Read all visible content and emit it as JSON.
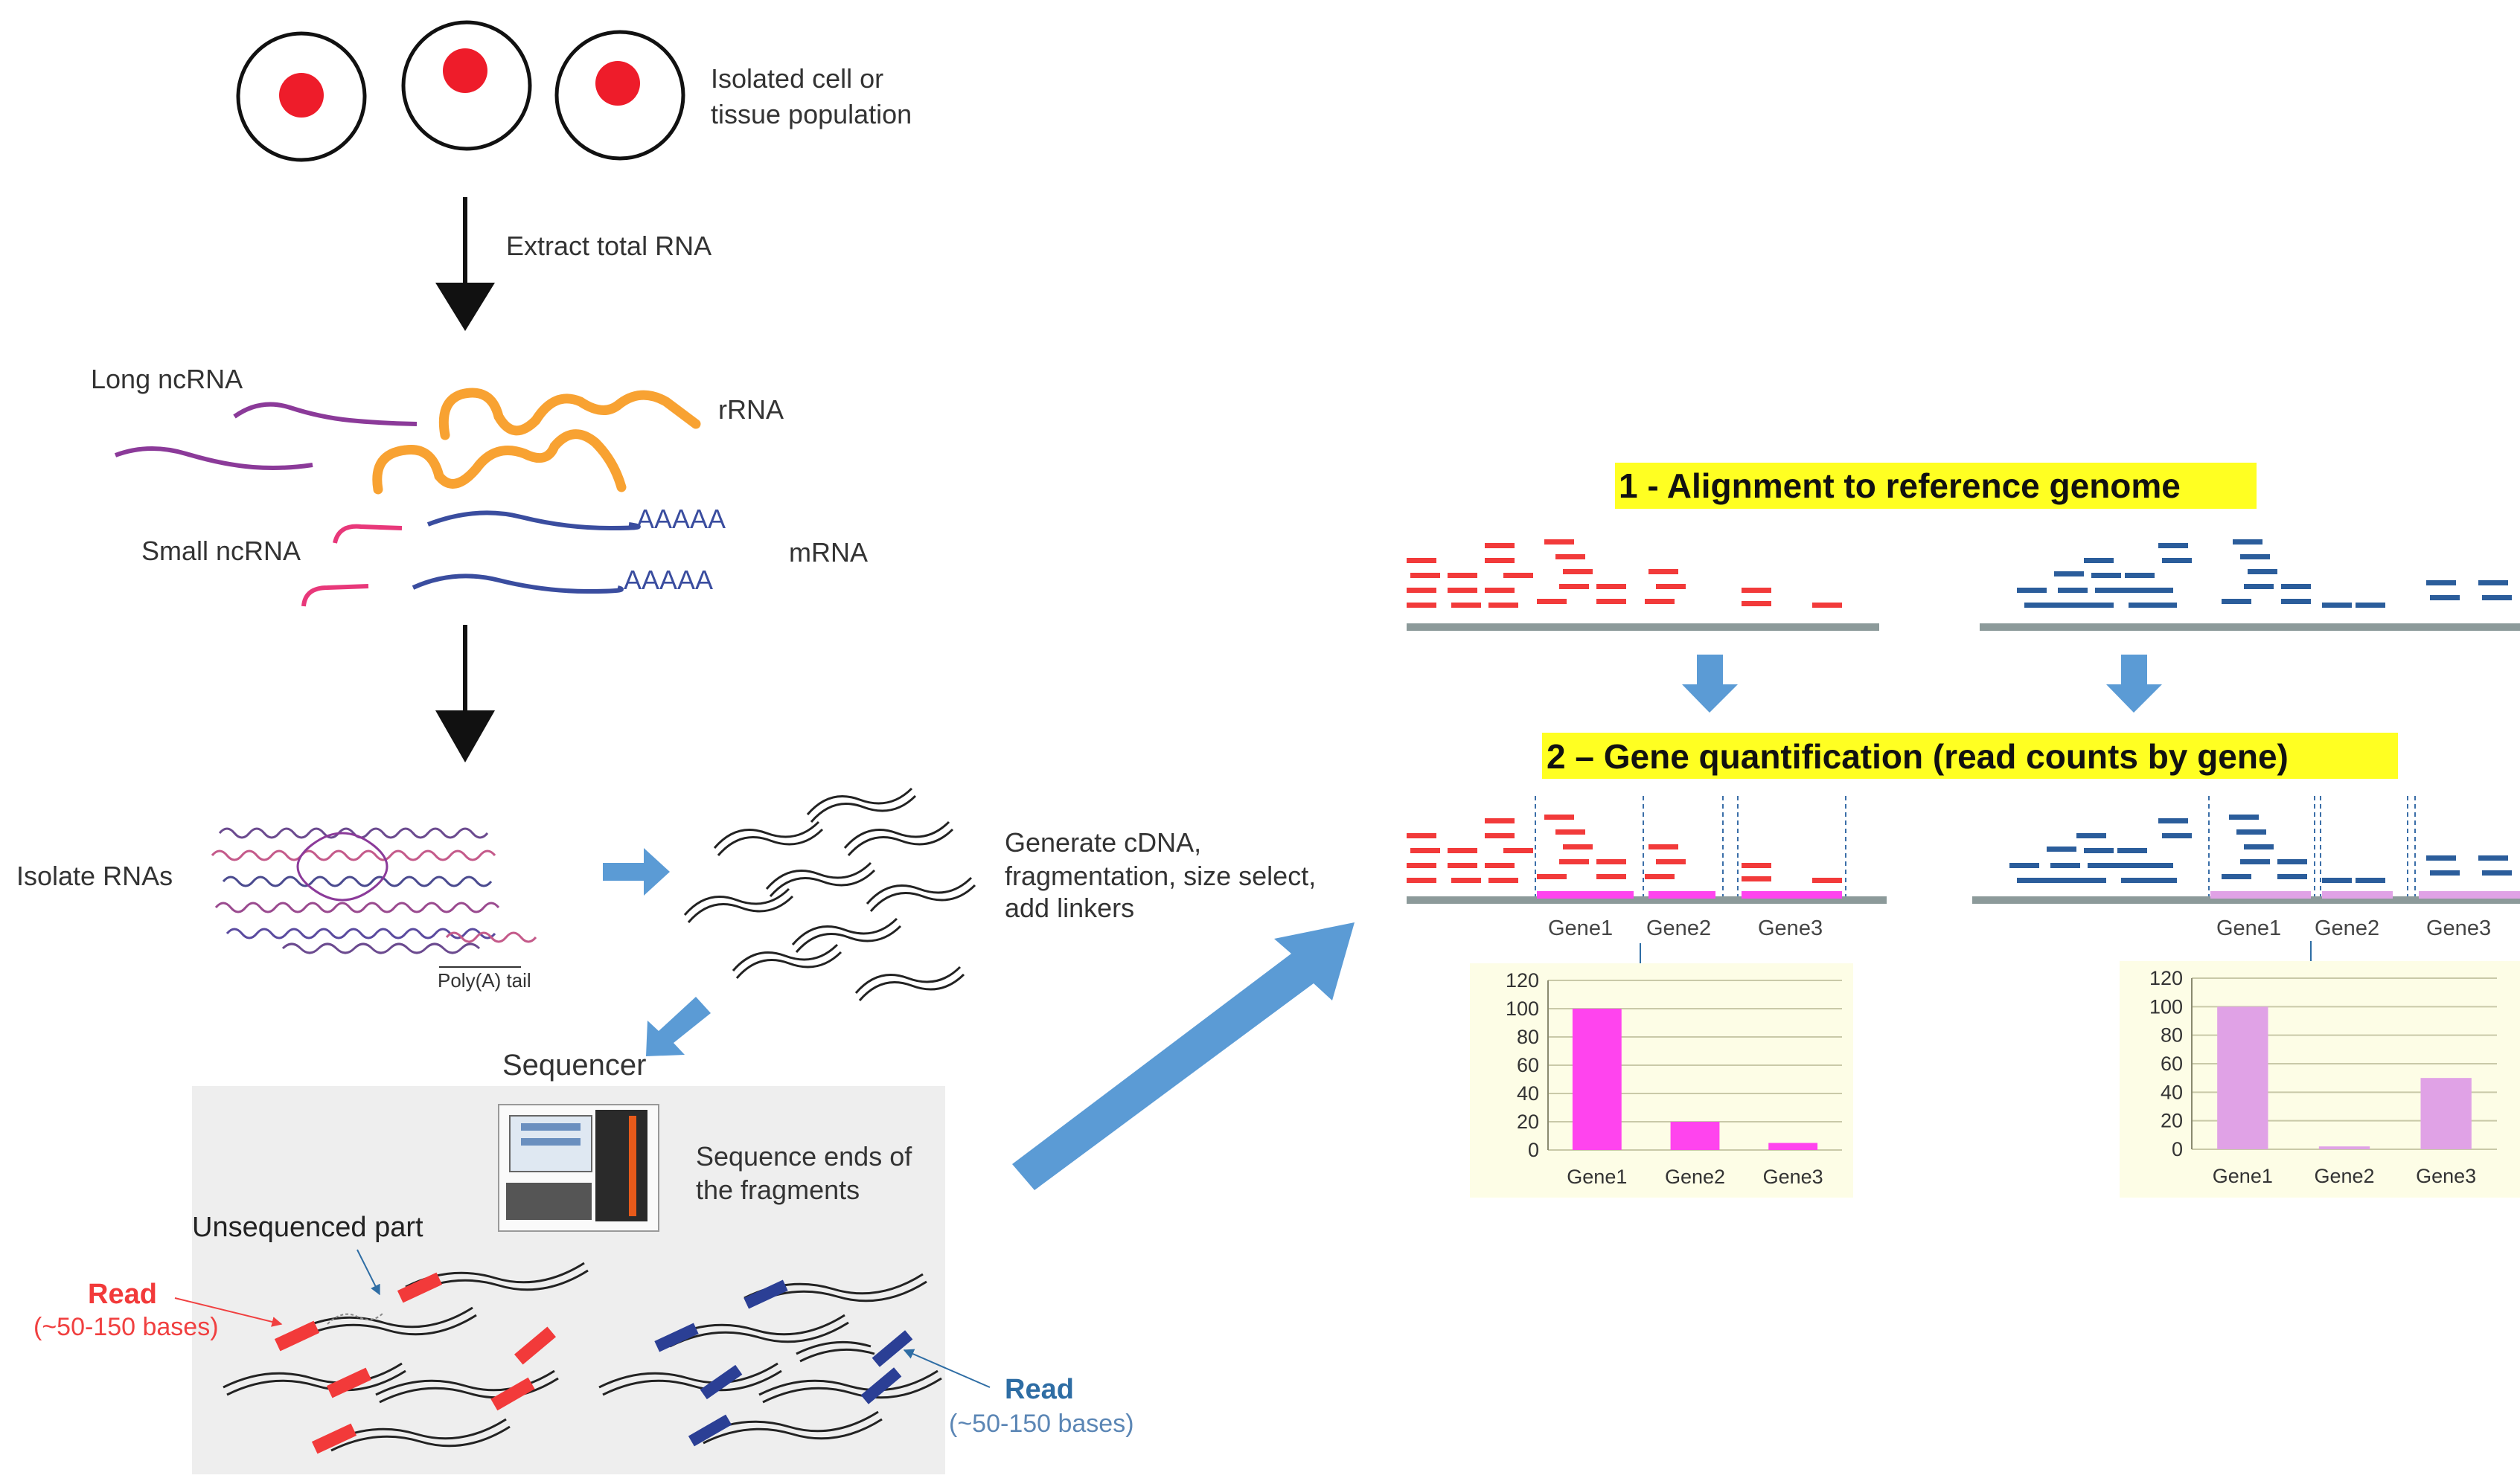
{
  "workflow": {
    "cells_label": [
      "Isolated cell or",
      "tissue population"
    ],
    "extract_label": "Extract total RNA",
    "rna_types": {
      "long_ncrna": "Long ncRNA",
      "rrna": "rRNA",
      "small_ncrna": "Small ncRNA",
      "mrna": "mRNA",
      "polya_1": "AAAAA",
      "polya_2": "AAAAA"
    },
    "isolate_label": "Isolate RNAs",
    "polya_tail_label": "Poly(A) tail",
    "cdna_label": [
      "Generate cDNA,",
      "fragmentation, size select,",
      "add linkers"
    ],
    "sequencer_label": "Sequencer",
    "seq_ends_label": [
      "Sequence ends of",
      "the fragments"
    ],
    "unsequenced_label": "Unsequenced part",
    "read_left": {
      "title": "Read",
      "sub": "(~50-150 bases)"
    },
    "read_right": {
      "title": "Read",
      "sub": "(~50-150 bases)"
    }
  },
  "analysis": {
    "step1_title": "1 - Alignment to reference genome",
    "step2_title": "2 – Gene quantification (read counts by gene)",
    "genes_left": [
      "Gene1",
      "Gene2",
      "Gene3"
    ],
    "genes_right": [
      "Gene1",
      "Gene2",
      "Gene3"
    ]
  },
  "colors": {
    "highlight": "#ffff22",
    "read_red": "#f23a3a",
    "read_blue": "#2b5d9b",
    "arrow_blue": "#5b9bd5",
    "bar_magenta": "#ff44ee",
    "bar_lilac": "#e0a2e6",
    "chart_bg": "#fdfde6"
  },
  "chart_data": [
    {
      "type": "bar",
      "categories": [
        "Gene1",
        "Gene2",
        "Gene3"
      ],
      "values": [
        100,
        20,
        5
      ],
      "ylim": [
        0,
        120
      ],
      "yticks": [
        0,
        20,
        40,
        60,
        80,
        100,
        120
      ],
      "title": "",
      "xlabel": "",
      "ylabel": "",
      "grid": true
    },
    {
      "type": "bar",
      "categories": [
        "Gene1",
        "Gene2",
        "Gene3"
      ],
      "values": [
        100,
        2,
        50
      ],
      "ylim": [
        0,
        120
      ],
      "yticks": [
        0,
        20,
        40,
        60,
        80,
        100,
        120
      ],
      "title": "",
      "xlabel": "",
      "ylabel": "",
      "grid": true
    }
  ]
}
